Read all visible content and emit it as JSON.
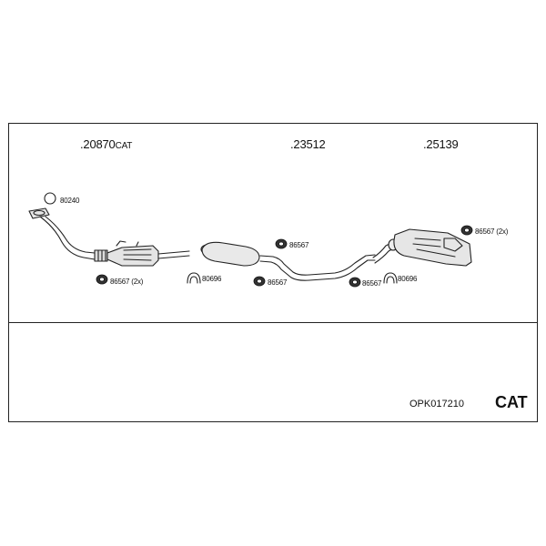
{
  "parts": {
    "catalytic_converter": {
      "number": ".20870",
      "suffix": "CAT"
    },
    "middle_silencer": {
      "number": ".23512"
    },
    "rear_silencer": {
      "number": ".25139"
    }
  },
  "fittings": {
    "gasket_front": "80240",
    "clamp_cat": "86567 (2x)",
    "seal_ring_1": "80696",
    "hanger_mid_top": "86567",
    "hanger_mid_bottom": "86567",
    "hanger_rear_pipe": "86567",
    "seal_ring_2": "80696",
    "hanger_rear": "86567 (2x)"
  },
  "footer": {
    "set_code": "OPK017210",
    "type_tag": "CAT"
  }
}
